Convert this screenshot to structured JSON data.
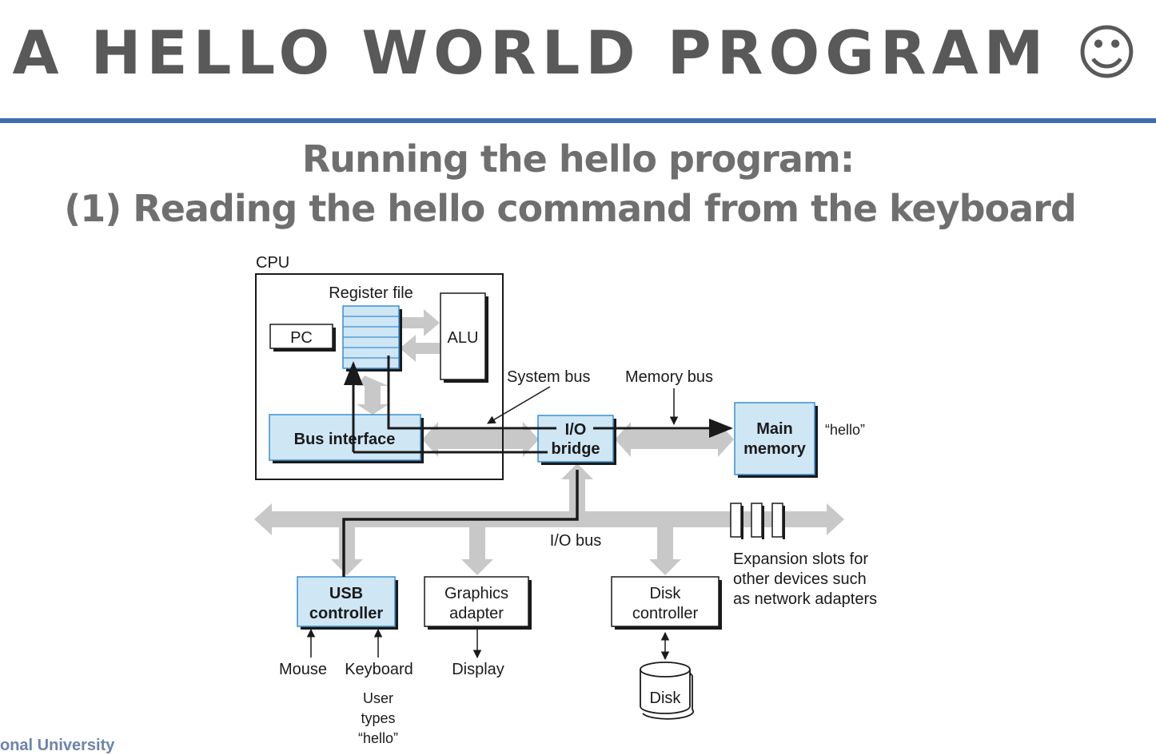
{
  "slide": {
    "title": "A HELLO WORLD PROGRAM ☺",
    "subtitle_line1": "Running the hello program:",
    "subtitle_line2": "(1) Reading the hello command from the keyboard",
    "footer_fragment": "onal University"
  },
  "diagram": {
    "cpu": "CPU",
    "register_file": "Register file",
    "pc": "PC",
    "alu": "ALU",
    "bus_interface": "Bus interface",
    "system_bus": "System bus",
    "memory_bus": "Memory bus",
    "io_bridge_line1": "I/O",
    "io_bridge_line2": "bridge",
    "main_memory_line1": "Main",
    "main_memory_line2": "memory",
    "hello_in_memory": "“hello”",
    "io_bus": "I/O bus",
    "usb_line1": "USB",
    "usb_line2": "controller",
    "graphics_line1": "Graphics",
    "graphics_line2": "adapter",
    "disk_ctrl_line1": "Disk",
    "disk_ctrl_line2": "controller",
    "expansion_line1": "Expansion slots for",
    "expansion_line2": "other devices such",
    "expansion_line3": "as network adapters",
    "mouse": "Mouse",
    "keyboard": "Keyboard",
    "display": "Display",
    "disk": "Disk",
    "user_line1": "User",
    "user_line2": "types",
    "user_line3": "“hello”"
  },
  "colors": {
    "title": "#595959",
    "rule": "#3e6db3",
    "highlight_fill": "#cfe6f5",
    "highlight_stroke": "#3a8fd0",
    "bus_gray": "#c8c8c8"
  }
}
